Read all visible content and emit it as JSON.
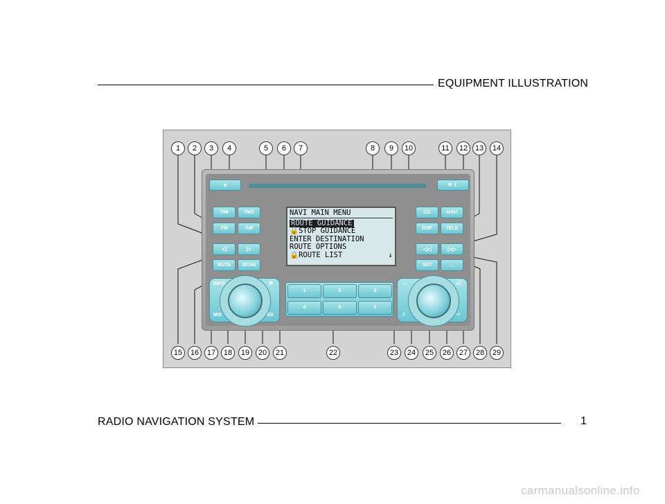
{
  "header": {
    "title": "EQUIPMENT ILLUSTRATION"
  },
  "footer": {
    "title": "RADIO NAVIGATION SYSTEM",
    "page_number": "1"
  },
  "watermark": "carmanualsonline.info",
  "callouts": [
    "1",
    "2",
    "3",
    "4",
    "5",
    "6",
    "7",
    "8",
    "9",
    "10",
    "11",
    "12",
    "13",
    "14",
    "15",
    "16",
    "17",
    "18",
    "19",
    "20",
    "21",
    "22",
    "23",
    "24",
    "25",
    "26",
    "27",
    "28",
    "29"
  ],
  "radio": {
    "buttons": {
      "tim": "TIM",
      "tmc": "TMC",
      "fm": "FM",
      "am": "AM",
      "mute": "MUTE",
      "scan": "SCAN",
      "cd": "CD",
      "navi": "NAVI",
      "dsp": "DSP",
      "tele": "TELE",
      "set": "SET",
      "info": "INFO",
      "mix": "MIX",
      "as": "AS",
      "eject": "▾",
      "day_night": "☀ ☾",
      "seek_left": "◁",
      "seek_right": "▷",
      "rew": "◁◁",
      "ff": "▷▷",
      "return": "→",
      "back": "←",
      "music": "♬",
      "flag": "⚑",
      "phone": "☏",
      "key": "⊸"
    },
    "presets": [
      "1",
      "2",
      "3",
      "4",
      "5",
      "6"
    ],
    "display": {
      "title": "NAVI MAIN MENU",
      "items": [
        {
          "lock": "",
          "text": "ROUTE GUIDANCE"
        },
        {
          "lock": "🔒",
          "text": "STOP GUIDANCE"
        },
        {
          "lock": "",
          "text": "ENTER DESTINATION"
        },
        {
          "lock": "",
          "text": "ROUTE OPTIONS"
        },
        {
          "lock": "🔒",
          "text": "ROUTE LIST"
        }
      ],
      "scroll": "↓"
    }
  }
}
